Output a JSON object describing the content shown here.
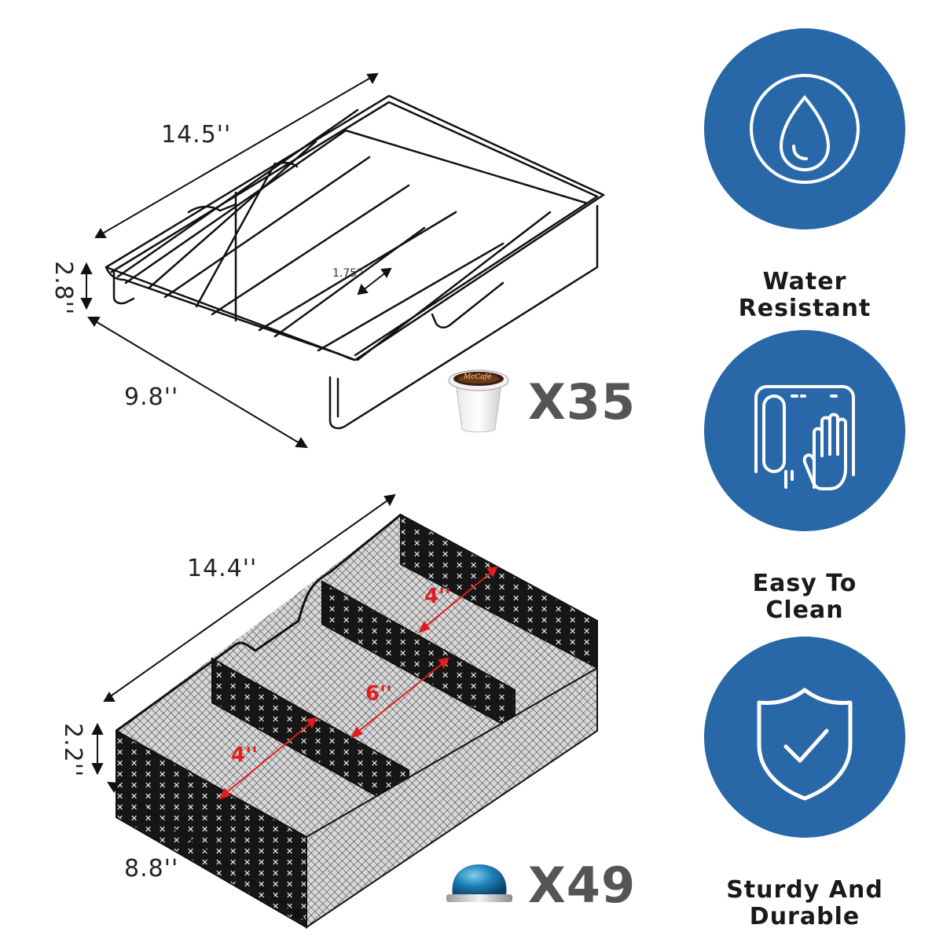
{
  "rack": {
    "length": "14.5''",
    "height": "2.8''",
    "depth": "9.8''",
    "slot_width": "1.75''",
    "capacity_label": "X35",
    "pod_brand": "McCafé"
  },
  "drawer": {
    "length": "14.4''",
    "height": "2.2''",
    "depth": "8.8''",
    "compartment_left": "4''",
    "compartment_middle": "6''",
    "compartment_right": "4''",
    "capacity_label": "X49"
  },
  "features": [
    {
      "label_line1": "Water",
      "label_line2": "Resistant",
      "icon": "water-drop-icon"
    },
    {
      "label_line1": "Easy To",
      "label_line2": "Clean",
      "icon": "hand-wipe-icon"
    },
    {
      "label_line1": "Sturdy And",
      "label_line2": "Durable",
      "icon": "shield-check-icon"
    }
  ],
  "colors": {
    "feature_circle": "#2867a8",
    "dimension_red": "#e11d1d",
    "count_gray": "#555555"
  }
}
